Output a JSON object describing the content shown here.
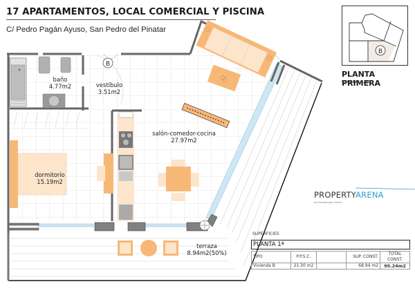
{
  "header": {
    "title": "17 APARTAMENTOS, LOCAL COMERCIAL Y PISCINA",
    "address": "C/ Pedro Pagán Ayuso, San Pedro del Pinatar"
  },
  "plan": {
    "unit_marker": "B",
    "rooms": [
      {
        "name": "baño",
        "area": "4.77m2"
      },
      {
        "name": "vestíbulo",
        "area": "3.51m2"
      },
      {
        "name": "salón-comedor-cocina",
        "area": "27.97m2"
      },
      {
        "name": "dormitorio",
        "area": "15.19m2"
      },
      {
        "name": "terraza",
        "area": "8.94m2(50%)"
      }
    ],
    "colors": {
      "wall": "#666666",
      "furniture": "#f7b877",
      "furniture_light": "#fde5cc",
      "fixture": "#9c9c9c",
      "glass": "#cfe7f2",
      "grid": "#dcdcdc"
    }
  },
  "keyplan": {
    "marker": "B",
    "title": "PLANTA PRIMERA",
    "scale": "ESCALA: 1/50"
  },
  "logo": {
    "text_main": "PROPERTY",
    "text_accent": "ARENA",
    "tagline": "our houses your home",
    "accent_color": "#2e9ec9"
  },
  "superficies": {
    "label": "SUPERFICIES",
    "planta": "PLANTA 1ª",
    "headers": [
      "TIPO",
      "P.P.S.C.",
      "",
      "SUP. CONST.",
      "TOTAL CONST."
    ],
    "row": [
      "Vivienda B",
      "21.30 m2",
      "",
      "68.94 m2",
      "90.24m2"
    ]
  }
}
